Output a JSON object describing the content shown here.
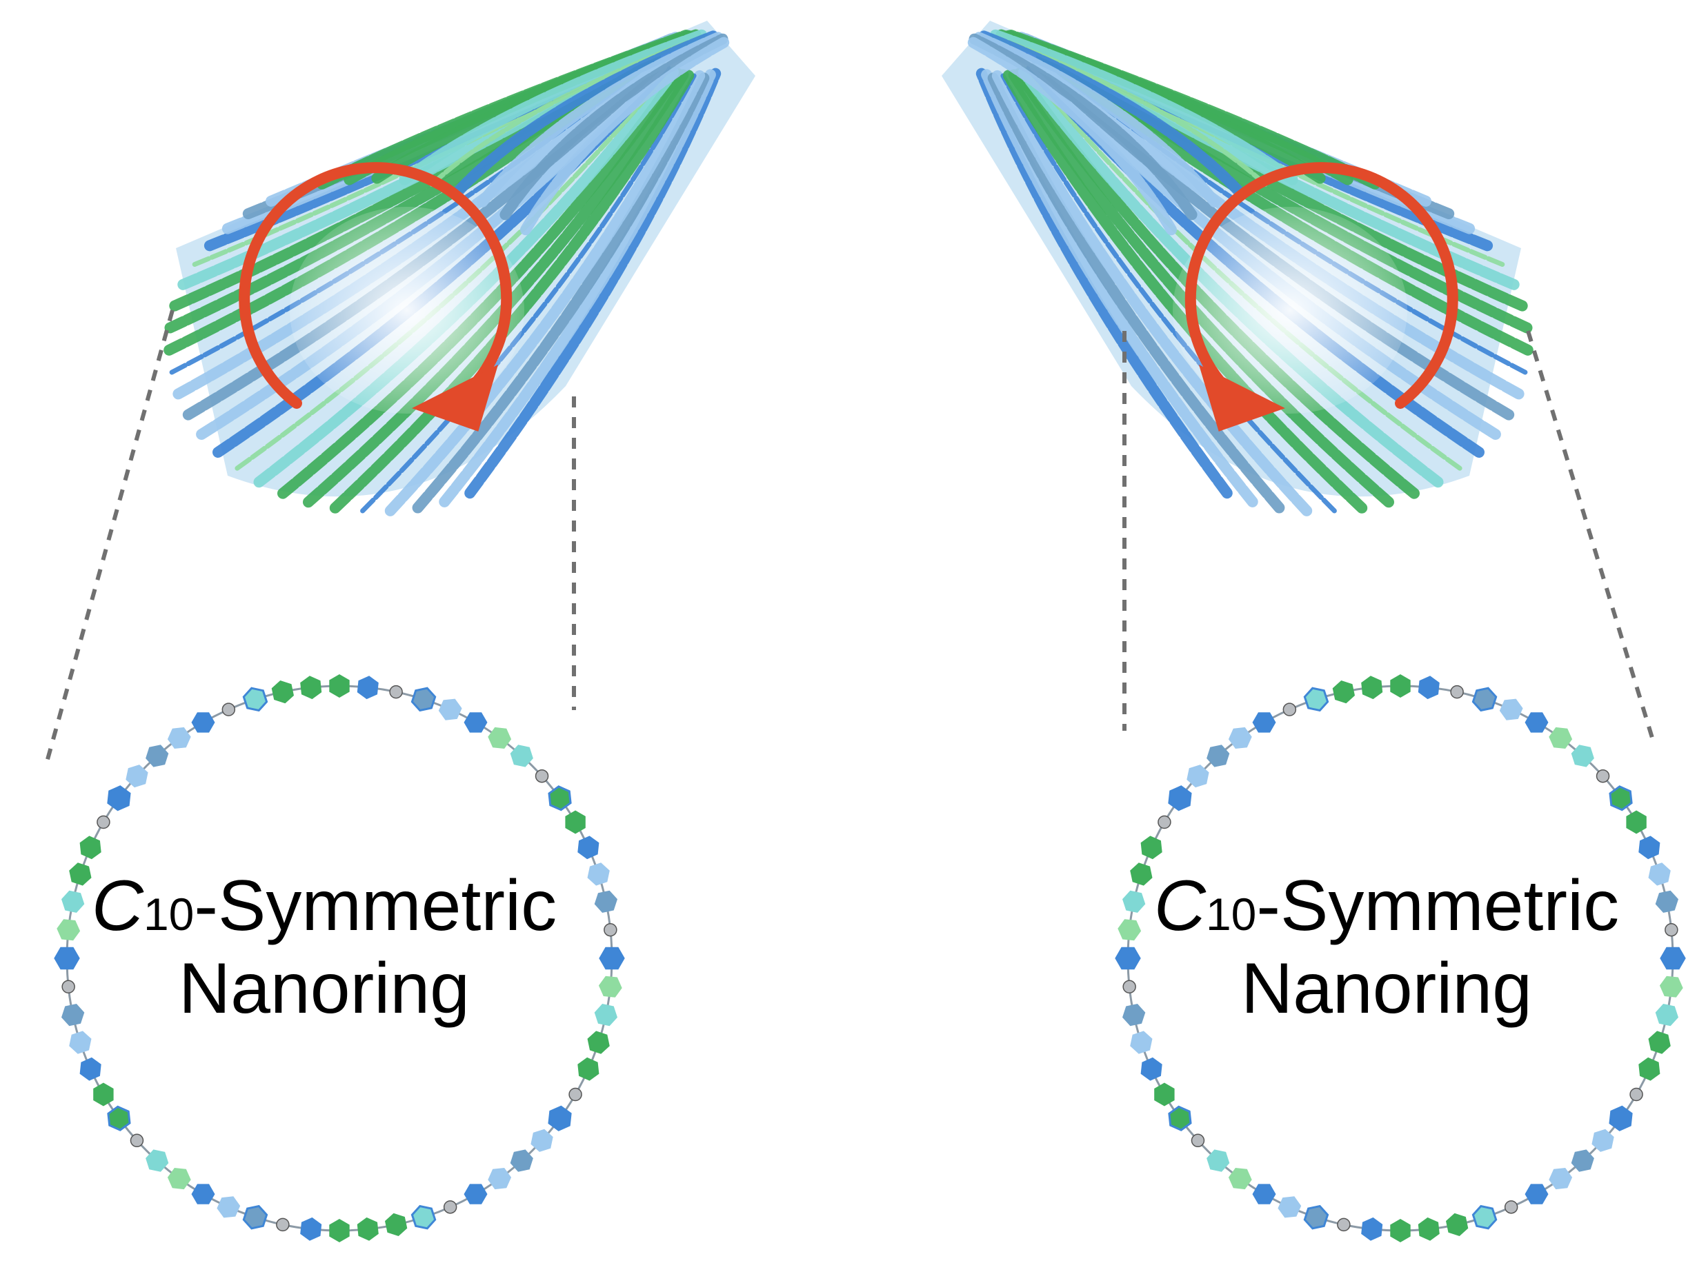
{
  "panels": [
    {
      "id": "left",
      "label": {
        "symbol": "C",
        "subscript": "10",
        "suffix": "-Symmetric",
        "line2": "Nanoring"
      },
      "rotation_arrow": "clockwise"
    },
    {
      "id": "right",
      "label": {
        "symbol": "C",
        "subscript": "10",
        "suffix": "-Symmetric",
        "line2": "Nanoring"
      },
      "rotation_arrow": "counterclockwise"
    }
  ],
  "colors": {
    "blue": "#3f86d6",
    "light_blue": "#9cc8ee",
    "green": "#3fae5a",
    "light_green": "#8fdca0",
    "teal": "#7fd8d4",
    "steel_blue": "#6f9fc6",
    "gray": "#b9bcc0",
    "arrow": "#e24a2a",
    "dash": "#707070"
  }
}
